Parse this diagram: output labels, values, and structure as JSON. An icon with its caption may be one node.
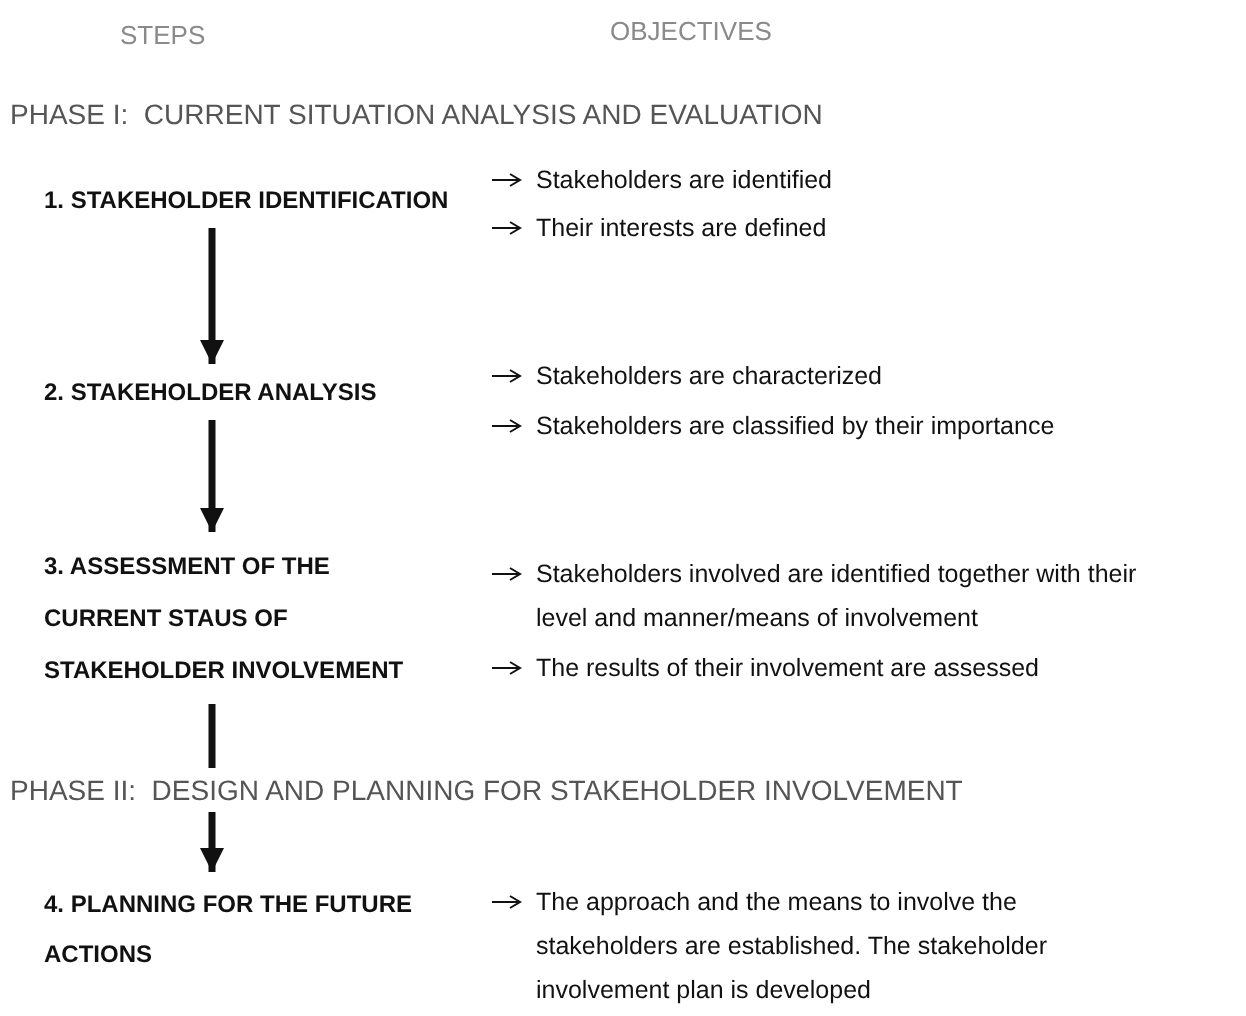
{
  "diagram": {
    "nodes": [
      {
        "text": [
          "1. STAKEHOLDER IDENTIFICATION"
        ],
        "beside": [
          "Stakeholders are identified",
          "Their interests are defined"
        ]
      },
      {
        "text": [
          "2. STAKEHOLDER ANALYSIS"
        ],
        "beside": [
          "Stakeholders are characterized",
          "Stakeholders are classified by their importance"
        ]
      },
      {
        "text": [
          "3. ASSESSMENT OF THE CURRENT STAUS OF STAKEHOLDER INVOLVEMENT"
        ],
        "beside": [
          "Stakeholders involved are identified together with their level and manner/means of involvement",
          "The results of their involvement are assessed"
        ]
      },
      {
        "text": [
          "4. PLANNING FOR THE FUTURE ACTIONS"
        ]
      }
    ],
    "edges": [
      {
        "from": 0,
        "to": 1,
        "arrow": "to"
      },
      {
        "from": 1,
        "to": 2,
        "arrow": "to"
      },
      {
        "from": 2,
        "to": 3,
        "arrow": "to"
      }
    ],
    "labels": [
      "STEPS",
      "OBJECTIVES",
      "PHASE I:  CURRENT SITUATION ANALYSIS AND EVALUATION",
      "PHASE II:  DESIGN AND PLANNING FOR STAKEHOLDER INVOLVEMENT",
      "The approach and the means to involve the stakeholders are established. The stakeholder involvement plan is developed"
    ]
  }
}
